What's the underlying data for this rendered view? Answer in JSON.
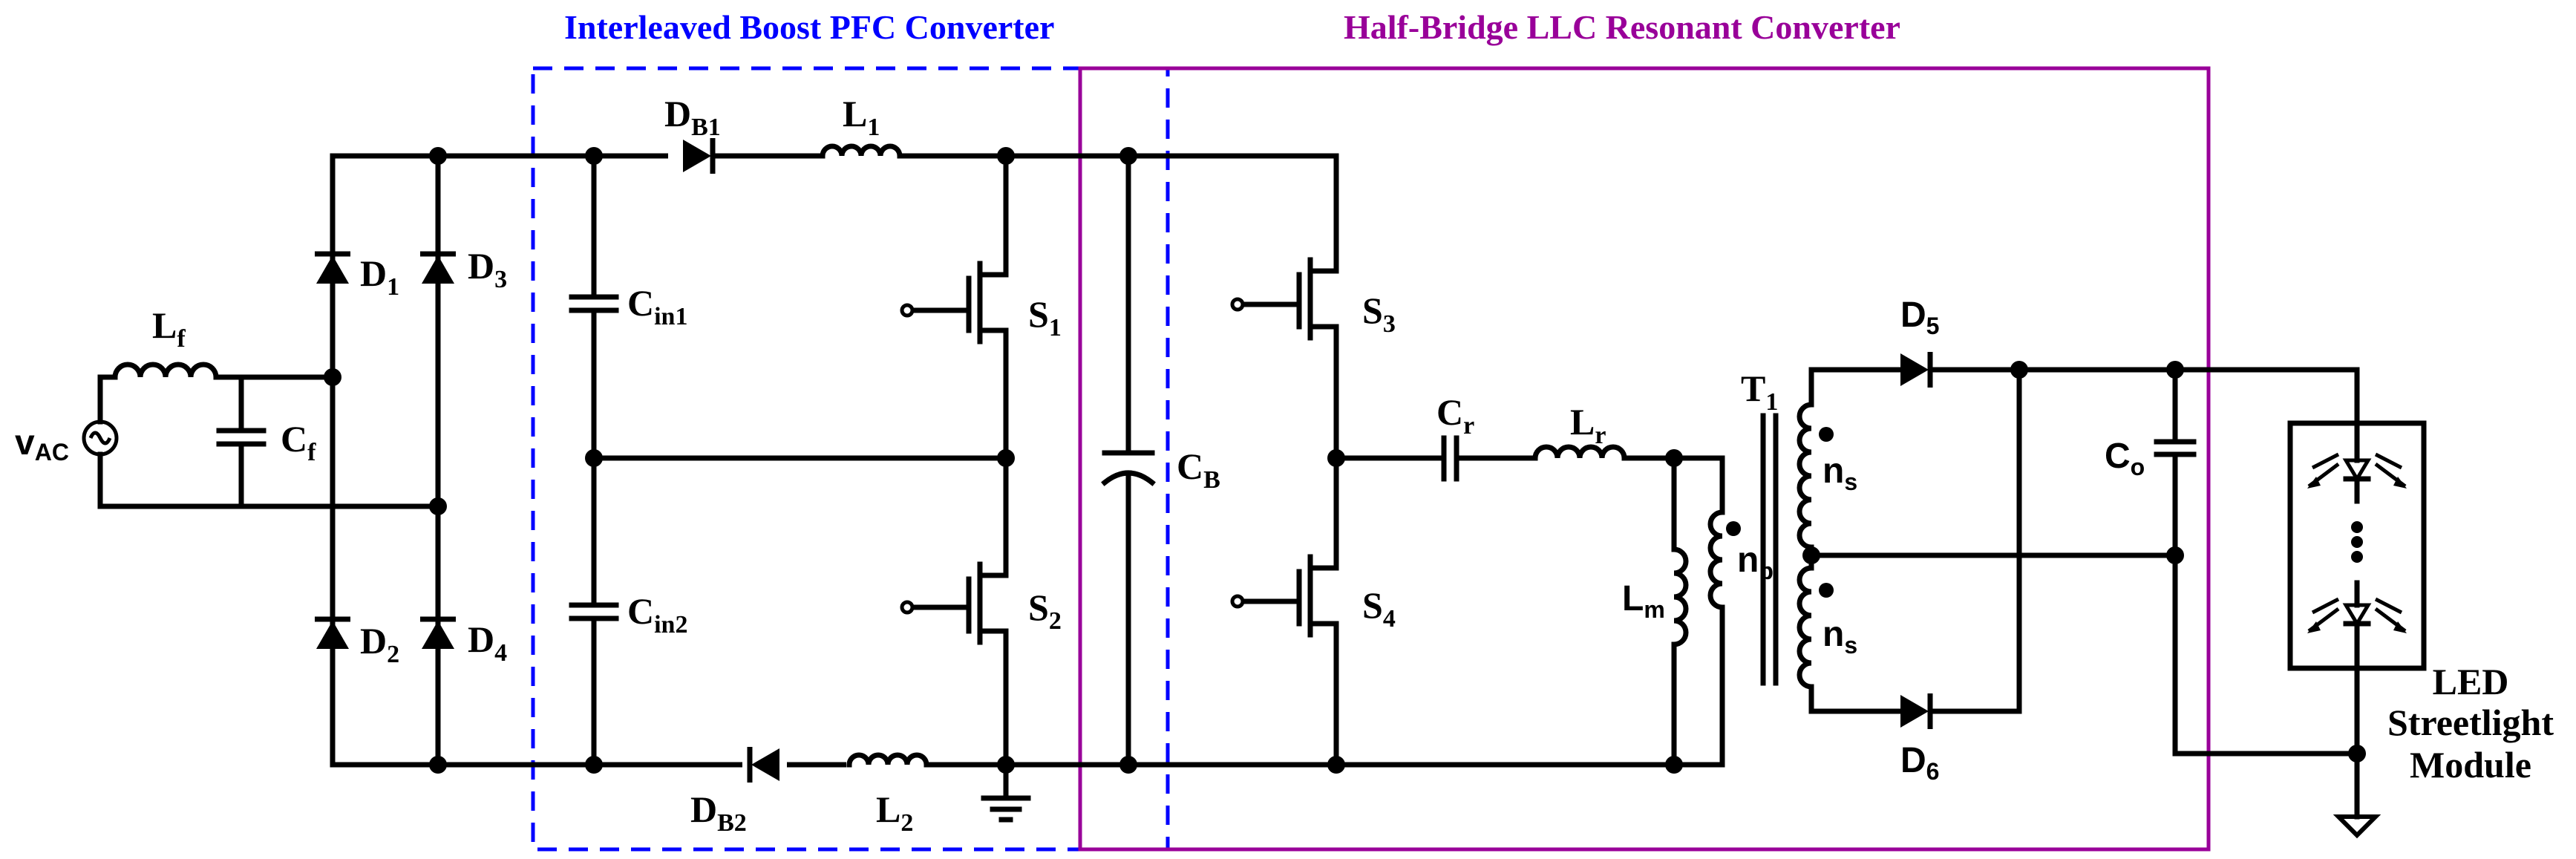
{
  "titles": {
    "pfc": "Interleaved Boost PFC Converter",
    "llc": "Half-Bridge LLC Resonant Converter"
  },
  "colors": {
    "pfc_box": "#0000ff",
    "llc_box": "#990099",
    "wire": "#000000"
  },
  "labels": {
    "vac_main": "v",
    "vac_sub": "AC",
    "lf_main": "L",
    "lf_sub": "f",
    "cf_main": "C",
    "cf_sub": "f",
    "d1_main": "D",
    "d1_sub": "1",
    "d2_main": "D",
    "d2_sub": "2",
    "d3_main": "D",
    "d3_sub": "3",
    "d4_main": "D",
    "d4_sub": "4",
    "cin1_main": "C",
    "cin1_sub": "in1",
    "cin2_main": "C",
    "cin2_sub": "in2",
    "db1_main": "D",
    "db1_sub": "B1",
    "db2_main": "D",
    "db2_sub": "B2",
    "l1_main": "L",
    "l1_sub": "1",
    "l2_main": "L",
    "l2_sub": "2",
    "s1_main": "S",
    "s1_sub": "1",
    "s2_main": "S",
    "s2_sub": "2",
    "cb_main": "C",
    "cb_sub": "B",
    "s3_main": "S",
    "s3_sub": "3",
    "s4_main": "S",
    "s4_sub": "4",
    "cr_main": "C",
    "cr_sub": "r",
    "lr_main": "L",
    "lr_sub": "r",
    "lm_main": "L",
    "lm_sub": "m",
    "t1_main": "T",
    "t1_sub": "1",
    "np_main": "n",
    "np_sub": "p",
    "ns1_main": "n",
    "ns1_sub": "s",
    "ns2_main": "n",
    "ns2_sub": "s",
    "d5_main": "D",
    "d5_sub": "5",
    "d6_main": "D",
    "d6_sub": "6",
    "co_main": "C",
    "co_sub": "o",
    "led_line1": "LED",
    "led_line2": "Streetlight",
    "led_line3": "Module"
  },
  "icons": [
    "ac-source-icon",
    "diode-icon",
    "inductor-icon",
    "capacitor-icon",
    "mosfet-icon",
    "transformer-icon",
    "ground-icon",
    "led-icon"
  ]
}
